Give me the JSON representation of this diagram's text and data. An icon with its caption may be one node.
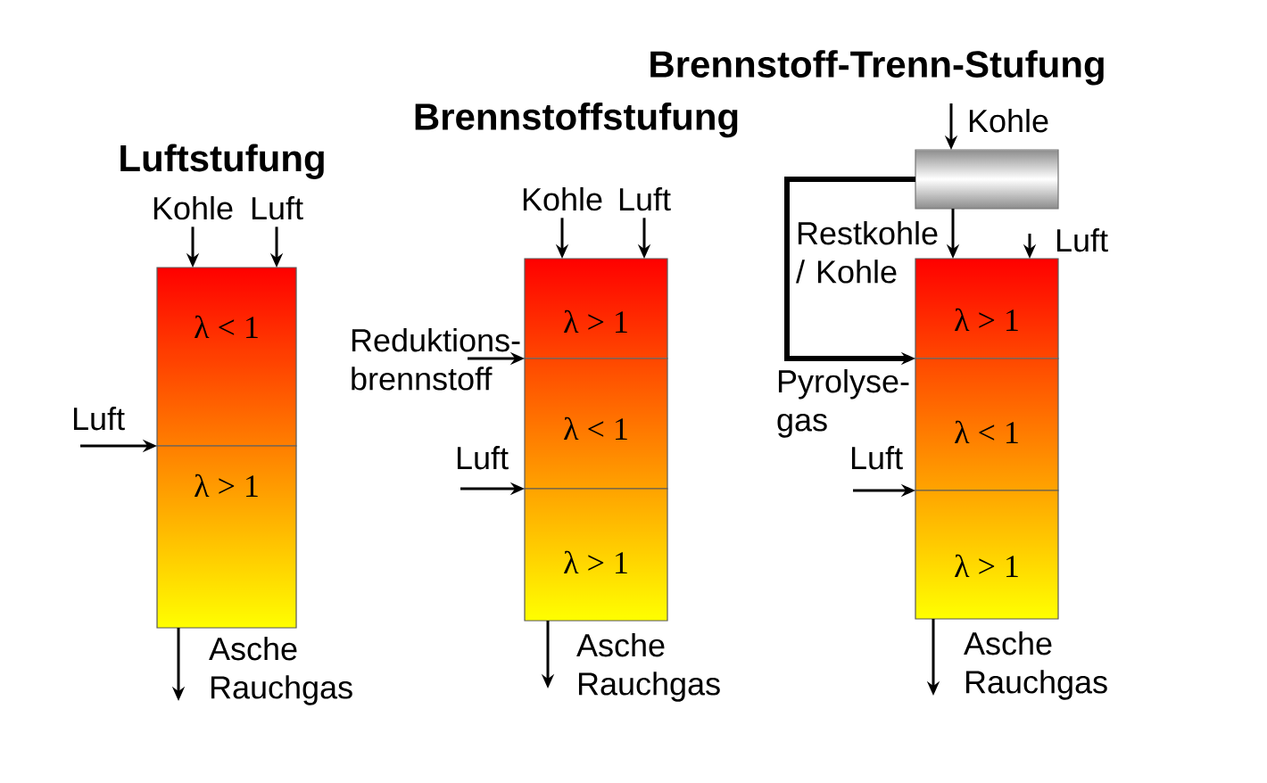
{
  "diagram": {
    "nodes": [
      {
        "text": [
          "Kohle"
        ]
      },
      {
        "text": [
          "Luft"
        ]
      },
      {
        "text": [
          "λ < 1"
        ]
      },
      {
        "text": [
          "λ > 1"
        ]
      },
      {
        "text": [
          "Kohle"
        ]
      },
      {
        "text": [
          "Luft"
        ]
      },
      {
        "text": [
          "λ > 1"
        ]
      },
      {
        "text": [
          "λ < 1"
        ]
      },
      {
        "text": [
          "λ > 1"
        ]
      },
      {
        "text": [],
        "shape": "box"
      },
      {
        "text": [
          "λ > 1"
        ]
      },
      {
        "text": [
          "λ < 1"
        ]
      },
      {
        "text": [
          "λ > 1"
        ]
      }
    ],
    "edges": [
      {
        "from": 0,
        "to": 2,
        "arrow": "to"
      },
      {
        "from": 1,
        "to": 2,
        "arrow": "to"
      },
      {
        "from": null,
        "to": 3,
        "arrow": "to",
        "label": "Luft"
      },
      {
        "from": 3,
        "to": null,
        "arrow": "to",
        "label": "Asche Rauchgas"
      },
      {
        "from": 4,
        "to": 6,
        "arrow": "to"
      },
      {
        "from": 5,
        "to": 6,
        "arrow": "to"
      },
      {
        "from": null,
        "to": 7,
        "arrow": "to",
        "label": "Reduktions- brennstoff"
      },
      {
        "from": null,
        "to": 8,
        "arrow": "to",
        "label": "Luft"
      },
      {
        "from": 8,
        "to": null,
        "arrow": "to",
        "label": "Asche Rauchgas"
      },
      {
        "from": null,
        "to": 9,
        "arrow": "to",
        "label": "Kohle"
      },
      {
        "from": 9,
        "to": 10,
        "arrow": "to",
        "label": "Restkohle / Kohle"
      },
      {
        "from": null,
        "to": 10,
        "arrow": "to",
        "label": "Luft"
      },
      {
        "from": 9,
        "to": 11,
        "arrow": "to",
        "style": "thick",
        "label": "Pyrolyse- gas"
      },
      {
        "from": null,
        "to": 12,
        "arrow": "to",
        "label": "Luft"
      },
      {
        "from": 12,
        "to": null,
        "arrow": "to",
        "label": "Asche Rauchgas"
      }
    ],
    "labels": [
      "Luftstufung",
      "Brennstoffstufung",
      "Brennstoff-Trenn-Stufung"
    ]
  }
}
